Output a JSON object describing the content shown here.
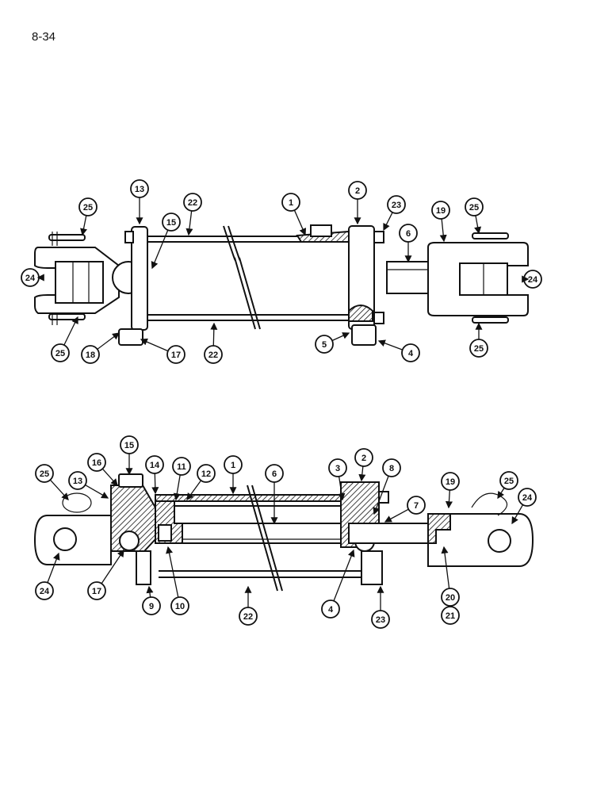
{
  "page_number": "8-34",
  "top_view_callouts": [
    "25",
    "13",
    "22",
    "15",
    "1",
    "2",
    "23",
    "19",
    "25",
    "6",
    "24",
    "24",
    "25",
    "18",
    "17",
    "22",
    "5",
    "4",
    "25"
  ],
  "section_view_callouts": [
    "15",
    "16",
    "14",
    "11",
    "12",
    "1",
    "6",
    "3",
    "2",
    "8",
    "19",
    "25",
    "25",
    "13",
    "7",
    "24",
    "24",
    "17",
    "9",
    "10",
    "22",
    "4",
    "23",
    "20",
    "21"
  ]
}
